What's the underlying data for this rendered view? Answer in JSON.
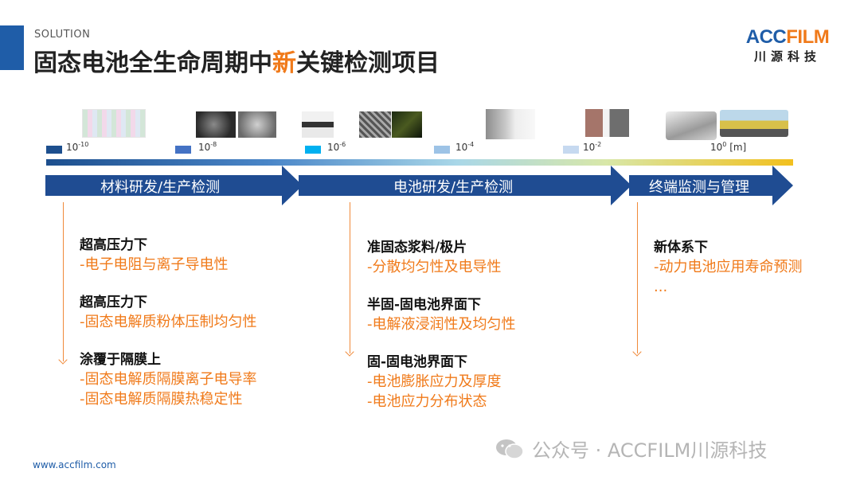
{
  "header": {
    "tag": "SOLUTION",
    "title_prefix": "固态电池全生命周期中",
    "title_highlight": "新",
    "title_suffix": "关键检测项目"
  },
  "logo": {
    "brand_acc": "ACC",
    "brand_film": "FILM",
    "chinese_name": "川源科技"
  },
  "colors": {
    "brand_blue": "#1f5da8",
    "accent_orange": "#f07a1a"
  },
  "scale": [
    {
      "base": "10",
      "exp": "-10",
      "unit": ""
    },
    {
      "base": "10",
      "exp": "-8",
      "unit": ""
    },
    {
      "base": "10",
      "exp": "-6",
      "unit": ""
    },
    {
      "base": "10",
      "exp": "-4",
      "unit": ""
    },
    {
      "base": "10",
      "exp": "-2",
      "unit": ""
    },
    {
      "base": "10",
      "exp": "0",
      "unit": " [m]"
    }
  ],
  "stages": [
    {
      "label": "材料研发/生产检测"
    },
    {
      "label": "电池研发/生产检测"
    },
    {
      "label": "终端监测与管理"
    }
  ],
  "columns": [
    {
      "groups": [
        {
          "heading": "超高压力下",
          "items": [
            "-电子电阻与离子导电性"
          ]
        },
        {
          "heading": "超高压力下",
          "items": [
            "-固态电解质粉体压制均匀性"
          ]
        },
        {
          "heading": "涂覆于隔膜上",
          "items": [
            "-固态电解质隔膜离子电导率",
            "-固态电解质隔膜热稳定性"
          ]
        }
      ]
    },
    {
      "groups": [
        {
          "heading": "准固态浆料/极片",
          "items": [
            "-分散均匀性及电导性"
          ]
        },
        {
          "heading": "半固-固电池界面下",
          "items": [
            "-电解液浸润性及均匀性"
          ]
        },
        {
          "heading": "固-固电池界面下",
          "items": [
            "-电池膨胀应力及厚度",
            "-电池应力分布状态"
          ]
        }
      ]
    },
    {
      "groups": [
        {
          "heading": "新体系下",
          "items": [
            "-动力电池应用寿命预测",
            "..."
          ]
        }
      ]
    }
  ],
  "footer": {
    "website": "www.accfilm.com",
    "watermark": "公众号 · ACCFILM川源科技"
  }
}
